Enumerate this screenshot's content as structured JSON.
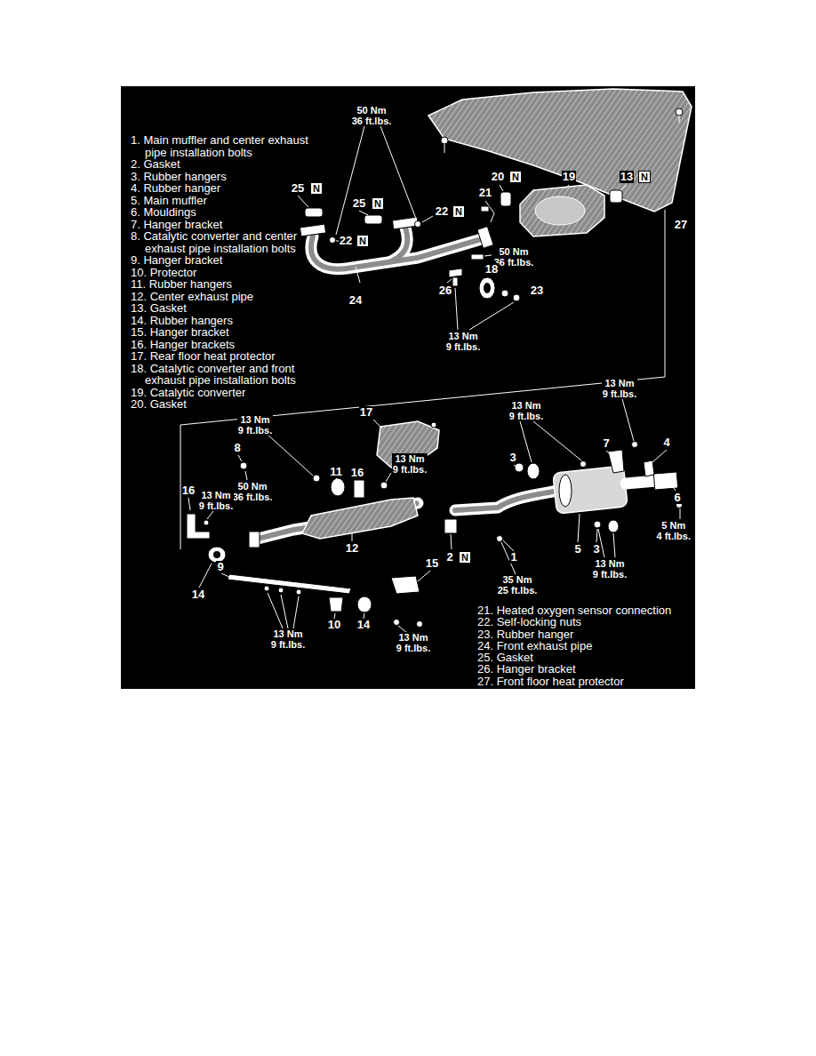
{
  "diagram": {
    "labels": [
      "1. Main muffler and center exhaust pipe installation bolts",
      "2. Gasket",
      "3. Rubber hangers",
      "4. Rubber hanger",
      "5. Main muffler",
      "6. Mouldings",
      "7. Hanger bracket",
      "8. Catalytic converter and center exhaust pipe installation bolts",
      "9. Hanger bracket",
      "10. Protector",
      "11. Rubber hangers",
      "12. Center exhaust pipe",
      "13. Gasket",
      "14. Rubber hangers",
      "15. Hanger bracket",
      "16. Hanger brackets",
      "17. Rear floor heat protector",
      "18. Catalytic converter and front exhaust pipe installation bolts",
      "19. Catalytic converter",
      "20. Gasket",
      "21. Heated oxygen sensor connection",
      "22. Self-locking nuts",
      "23. Rubber hanger",
      "24. Front exhaust pipe",
      "25. Gasket",
      "26. Hanger bracket",
      "27. Front floor heat protector",
      "50 Nm 36 ft.lbs.",
      "25",
      "N",
      "25",
      "N",
      "21",
      "20",
      "N",
      "19",
      "13",
      "N",
      "27",
      "22",
      "N",
      "22",
      "N",
      "50 Nm 36 ft.lbs.",
      "18",
      "26",
      "23",
      "24",
      "13 Nm 9 ft.lbs.",
      "13 Nm 9 ft.lbs.",
      "13 Nm 9 ft.lbs.",
      "17",
      "7",
      "4",
      "13 Nm 9 ft.lbs.",
      "8",
      "50 Nm 36 ft.lbs.",
      "16",
      "13 Nm 9 ft.lbs.",
      "11",
      "16",
      "13 Nm 9 ft.lbs.",
      "3",
      "6",
      "5 Nm 4 ft.lbs.",
      "12",
      "2",
      "N",
      "1",
      "5",
      "3",
      "15",
      "9",
      "13 Nm 9 ft.lbs.",
      "35 Nm 25 ft.lbs.",
      "14",
      "10",
      "14",
      "13 Nm 9 ft.lbs.",
      "13 Nm 9 ft.lbs."
    ]
  }
}
